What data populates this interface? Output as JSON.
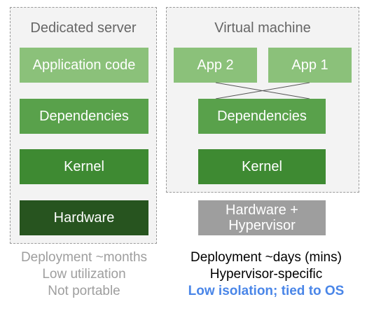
{
  "colors": {
    "light_green": "#8bc17a",
    "mid_green": "#59a14b",
    "dark_green": "#3e8a32",
    "darkest_green": "#27541f",
    "hardware_gray": "#9e9e9e",
    "panel_bg": "#f3f3f3",
    "muted_text": "#9e9e9e",
    "accent_blue": "#4a86e8"
  },
  "dedicated": {
    "title": "Dedicated server",
    "layers": {
      "app": "Application code",
      "deps": "Dependencies",
      "kernel": "Kernel",
      "hardware": "Hardware"
    },
    "caption": {
      "line1": "Deployment ~months",
      "line2": "Low utilization",
      "line3": "Not portable"
    }
  },
  "vm": {
    "title": "Virtual machine",
    "apps": {
      "app2": "App 2",
      "app1": "App 1"
    },
    "layers": {
      "deps": "Dependencies",
      "kernel": "Kernel",
      "hardware_line1": "Hardware +",
      "hardware_line2": "Hypervisor"
    },
    "caption": {
      "line1": "Deployment ~days (mins)",
      "line2": "Hypervisor-specific",
      "line3": "Low isolation; tied to OS"
    }
  }
}
